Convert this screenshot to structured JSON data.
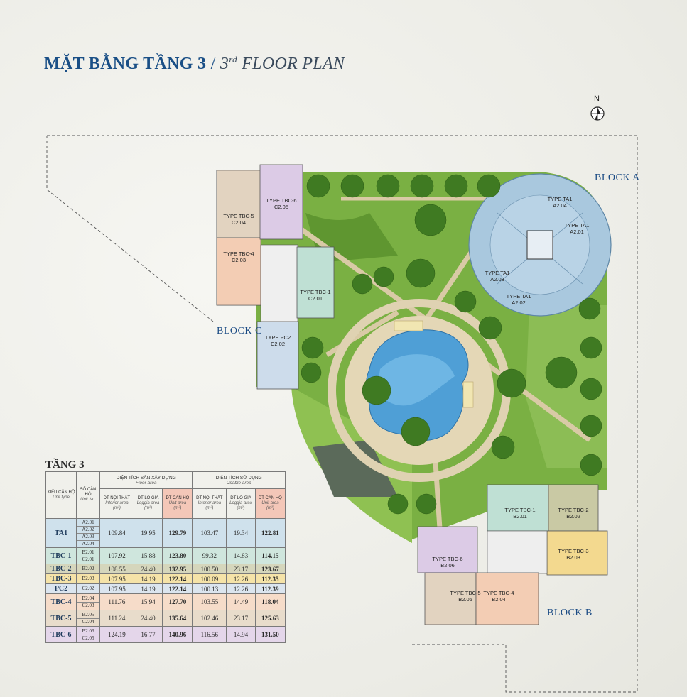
{
  "title": {
    "vn": "MẶT BẰNG TẦNG 3",
    "separator": "/",
    "en_num": "3",
    "en_sup": "rd",
    "en_rest": "FLOOR PLAN"
  },
  "compass": {
    "north": "N"
  },
  "blocks": {
    "a": "BLOCK A",
    "b": "BLOCK B",
    "c": "BLOCK C"
  },
  "units": {
    "tbc6_c": {
      "type": "TYPE TBC-6",
      "no": "C2.05"
    },
    "tbc5_c": {
      "type": "TYPE TBC-5",
      "no": "C2.04"
    },
    "tbc4_c": {
      "type": "TYPE TBC-4",
      "no": "C2.03"
    },
    "tbc1_c": {
      "type": "TYPE TBC-1",
      "no": "C2.01"
    },
    "pc2_c": {
      "type": "TYPE PC2",
      "no": "C2.02"
    },
    "ta1_a04": {
      "type": "TYPE TA1",
      "no": "A2.04"
    },
    "ta1_a01": {
      "type": "TYPE TA1",
      "no": "A2.01"
    },
    "ta1_a03": {
      "type": "TYPE TA1",
      "no": "A2.03"
    },
    "ta1_a02": {
      "type": "TYPE TA1",
      "no": "A2.02"
    },
    "tbc1_b": {
      "type": "TYPE TBC-1",
      "no": "B2.01"
    },
    "tbc2_b": {
      "type": "TYPE TBC-2",
      "no": "B2.02"
    },
    "tbc3_b": {
      "type": "TYPE TBC-3",
      "no": "B2.03"
    },
    "tbc6_b": {
      "type": "TYPE TBC-6",
      "no": "B2.06"
    },
    "tbc5_b": {
      "type": "TYPE TBC-5",
      "no": "B2.05"
    },
    "tbc4_b": {
      "type": "TYPE TBC-4",
      "no": "B2.04"
    }
  },
  "table": {
    "title": "TẦNG 3",
    "headers": {
      "unit_type": "KIỂU CĂN HỘ",
      "unit_type_en": "Unit type",
      "unit_no": "SỐ CĂN HỘ",
      "unit_no_en": "Unit No.",
      "floor_area": "DIỆN TÍCH SÀN XÂY DỰNG",
      "floor_area_en": "Floor area",
      "usable_area": "DIỆN TÍCH SỬ DỤNG",
      "usable_area_en": "Usable area",
      "interior": "DT NỘI THẤT",
      "interior_en": "Interior area",
      "loggia": "DT LÔ GIA",
      "loggia_en": "Loggia area",
      "unit_area": "DT CĂN HỘ",
      "unit_area_en": "Unit area",
      "unit_m2": "(m²)"
    },
    "rows": [
      {
        "type": "TA1",
        "units": [
          "A2.01",
          "A2.02",
          "A2.03",
          "A2.04"
        ],
        "fi": "109.84",
        "fl": "19.95",
        "fu": "129.79",
        "ui": "103.47",
        "ul": "19.34",
        "uu": "122.81",
        "color": "#cfe1ec"
      },
      {
        "type": "TBC-1",
        "units": [
          "B2.01",
          "C2.01"
        ],
        "fi": "107.92",
        "fl": "15.88",
        "fu": "123.80",
        "ui": "99.32",
        "ul": "14.83",
        "uu": "114.15",
        "color": "#cfe6dd"
      },
      {
        "type": "TBC-2",
        "units": [
          "B2.02"
        ],
        "fi": "108.55",
        "fl": "24.40",
        "fu": "132.95",
        "ui": "100.50",
        "ul": "23.17",
        "uu": "123.67",
        "color": "#d5d6bc"
      },
      {
        "type": "TBC-3",
        "units": [
          "B2.03"
        ],
        "fi": "107.95",
        "fl": "14.19",
        "fu": "122.14",
        "ui": "100.09",
        "ul": "12.26",
        "uu": "112.35",
        "color": "#f5e3a8"
      },
      {
        "type": "PC2",
        "units": [
          "C2.02"
        ],
        "fi": "107.95",
        "fl": "14.19",
        "fu": "122.14",
        "ui": "100.13",
        "ul": "12.26",
        "uu": "112.39",
        "color": "#dbe5ef"
      },
      {
        "type": "TBC-4",
        "units": [
          "B2.04",
          "C2.03"
        ],
        "fi": "111.76",
        "fl": "15.94",
        "fu": "127.70",
        "ui": "103.55",
        "ul": "14.49",
        "uu": "118.04",
        "color": "#f6dcc9"
      },
      {
        "type": "TBC-5",
        "units": [
          "B2.05",
          "C2.04"
        ],
        "fi": "111.24",
        "fl": "24.40",
        "fu": "135.64",
        "ui": "102.46",
        "ul": "23.17",
        "uu": "125.63",
        "color": "#e8dccb"
      },
      {
        "type": "TBC-6",
        "units": [
          "B2.06",
          "C2.05"
        ],
        "fi": "124.19",
        "fl": "16.77",
        "fu": "140.96",
        "ui": "116.56",
        "ul": "14.94",
        "uu": "131.50",
        "color": "#e4d6ea"
      }
    ]
  },
  "colors": {
    "title": "#1a4f86",
    "block_label": "#1b4b84",
    "unit_area_highlight": "#f4c7b8",
    "grass": "#6aa23a",
    "pool": "#5aa9dc",
    "ta1": "#b9d3e6",
    "tbc1": "#bfe0d4",
    "tbc2": "#c9c9a4",
    "tbc3": "#f3d98f",
    "tbc4": "#f3cdb4",
    "tbc5": "#e3d2bd",
    "tbc6": "#dccbe6",
    "pc2": "#cddceb"
  }
}
